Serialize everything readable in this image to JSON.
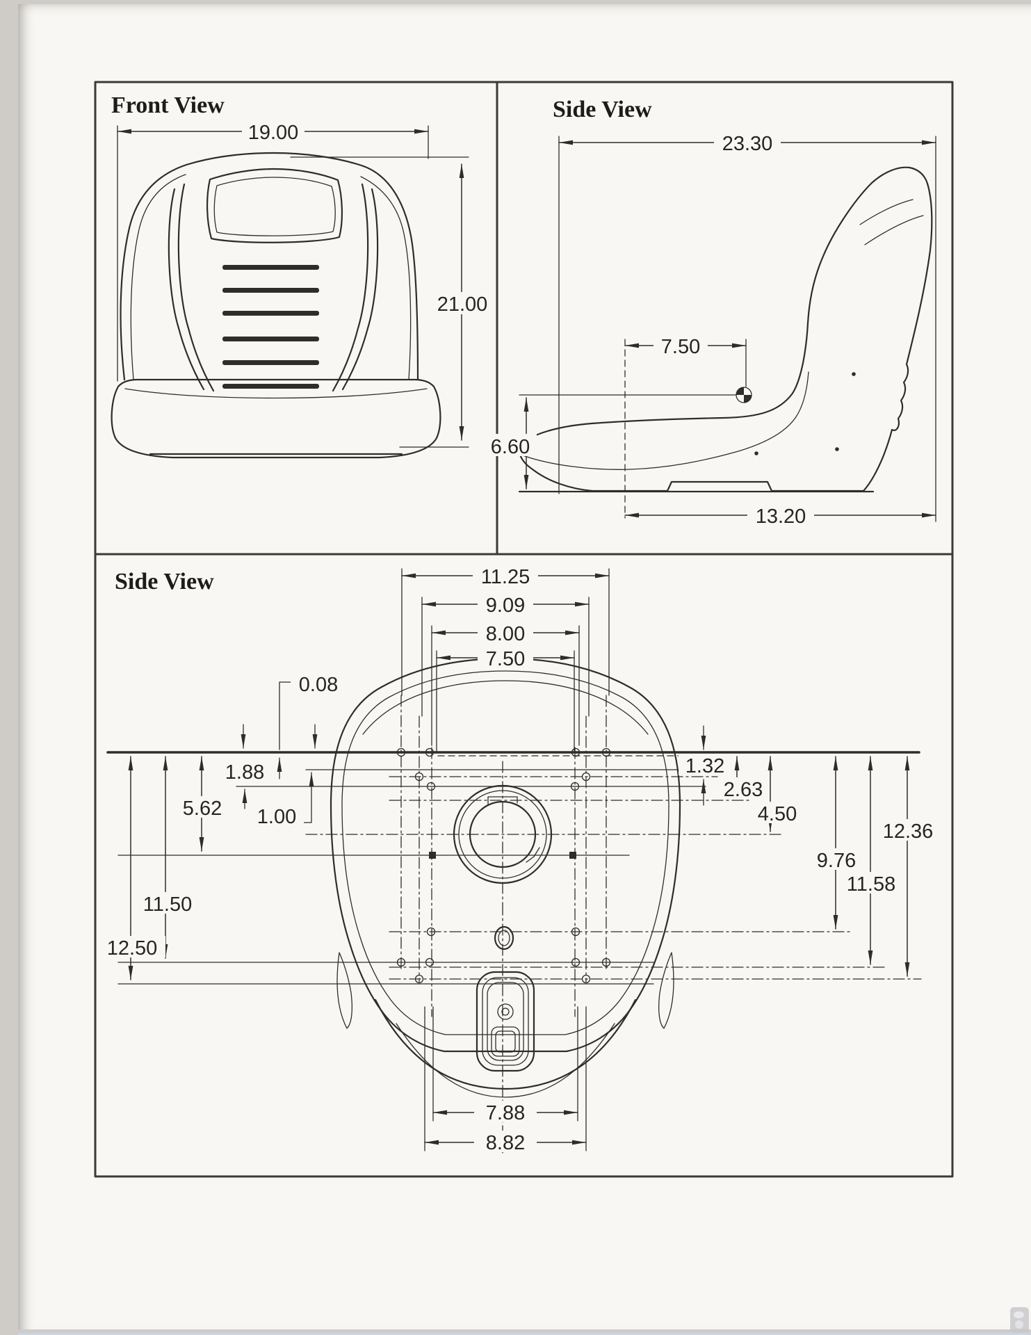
{
  "front_view": {
    "title": "Front View",
    "width": "19.00",
    "height": "21.00"
  },
  "side_view": {
    "title": "Side View",
    "overall_height": "23.30",
    "pivot_setback": "7.50",
    "seat_height": "6.60",
    "base_length": "13.20"
  },
  "bottom_view": {
    "title": "Side View",
    "top_dims": [
      "11.25",
      "9.09",
      "8.00",
      "7.50"
    ],
    "left_dims": [
      "0.08",
      "1.88",
      "1.00",
      "5.62",
      "11.50",
      "12.50"
    ],
    "right_dims": [
      "1.32",
      "2.63",
      "4.50",
      "9.76",
      "11.58",
      "12.36"
    ],
    "bottom_dims": [
      "7.88",
      "8.82"
    ]
  }
}
